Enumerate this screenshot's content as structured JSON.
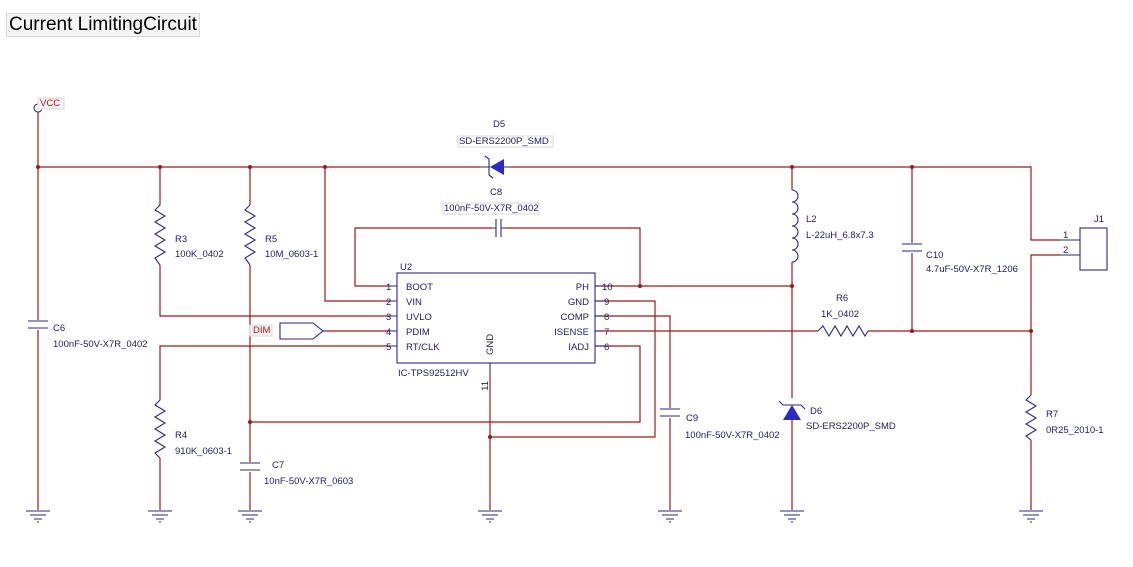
{
  "title": "Current LimitingCircuit",
  "nets": {
    "vcc": "VCC",
    "dim": "DIM"
  },
  "components": {
    "D5": {
      "ref": "D5",
      "value": "SD-ERS2200P_SMD"
    },
    "D6": {
      "ref": "D6",
      "value": "SD-ERS2200P_SMD"
    },
    "C8": {
      "ref": "C8",
      "value": "100nF-50V-X7R_0402"
    },
    "C6": {
      "ref": "C6",
      "value": "100nF-50V-X7R_0402"
    },
    "C9": {
      "ref": "C9",
      "value": "100nF-50V-X7R_0402"
    },
    "C10": {
      "ref": "C10",
      "value": "4.7uF-50V-X7R_1206"
    },
    "C7": {
      "ref": "C7",
      "value": "10nF-50V-X7R_0603"
    },
    "R3": {
      "ref": "R3",
      "value": "100K_0402"
    },
    "R5": {
      "ref": "R5",
      "value": "10M_0603-1"
    },
    "R4": {
      "ref": "R4",
      "value": "910K_0603-1"
    },
    "R6": {
      "ref": "R6",
      "value": "1K_0402"
    },
    "R7": {
      "ref": "R7",
      "value": "0R25_2010-1"
    },
    "L2": {
      "ref": "L2",
      "value": "L-22uH_6.8x7.3"
    },
    "J1": {
      "ref": "J1",
      "pins": [
        "1",
        "2"
      ]
    },
    "U2": {
      "ref": "U2",
      "value": "IC-TPS92512HV",
      "left_pins": [
        {
          "num": "1",
          "name": "BOOT"
        },
        {
          "num": "2",
          "name": "VIN"
        },
        {
          "num": "3",
          "name": "UVLO"
        },
        {
          "num": "4",
          "name": "PDIM"
        },
        {
          "num": "5",
          "name": "RT/CLK"
        }
      ],
      "right_pins": [
        {
          "num": "10",
          "name": "PH"
        },
        {
          "num": "9",
          "name": "GND"
        },
        {
          "num": "8",
          "name": "COMP"
        },
        {
          "num": "7",
          "name": "ISENSE"
        },
        {
          "num": "6",
          "name": "IADJ"
        }
      ],
      "bottom_pin": {
        "num": "11",
        "name": "GND"
      }
    }
  }
}
